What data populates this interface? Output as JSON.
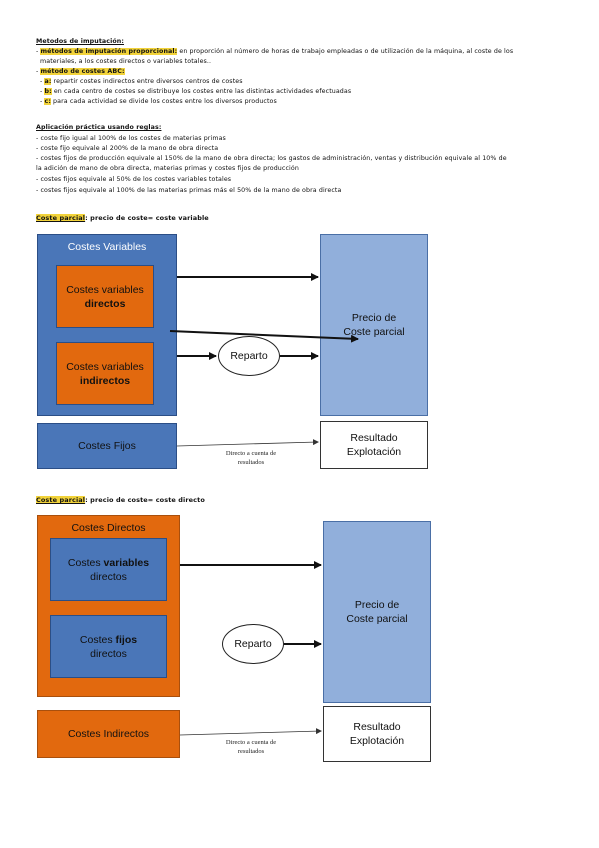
{
  "section1": {
    "title": "Metodos de imputación:",
    "b1_label": "métodos de imputación proporcional:",
    "b1_text": " en proporción al número de horas de trabajo empleadas o de utilización de la máquina, al coste de los",
    "b1_cont": "materiales, a los costes directos o variables totales..",
    "b2_label": "método de costes ABC:",
    "a_label": "a:",
    "a_text": " repartir costes indirectos entre diversos centros de costes",
    "b_label": "b:",
    "b_text": " en cada centro de costes se distribuye los costes entre las distintas actividades efectuadas",
    "c_label": "c:",
    "c_text": " para cada actividad se divide los costes entre los diversos productos"
  },
  "section2": {
    "title": "Aplicación práctica usando reglas:",
    "items": [
      "- coste fijo igual al 100% de los costes de materias primas",
      "- coste fijo equivale al 200% de la mano de obra directa",
      "- costes fijos de producción equivale al 150% de la mano de obra directa; los gastos de administración, ventas y distribución equivale al 10% de",
      "  la adición de mano de obra directa, materias primas y costes fijos de producción",
      "- costes fijos equivale al 50% de los costes variables totales",
      "- costes fijos equivale al 100% de las materias primas más el 50% de la mano de obra directa"
    ]
  },
  "diagram1": {
    "heading_label": "Coste parcial",
    "heading_text": ": precio de coste= coste variable",
    "outer_title": "Costes Variables",
    "box1_l1": "Costes variables",
    "box1_l2": "directos",
    "box2_l1": "Costes variables",
    "box2_l2": "indirectos",
    "reparto": "Reparto",
    "precio_l1": "Precio de",
    "precio_l2": "Coste parcial",
    "fijos": "Costes Fijos",
    "directo_l1": "Directo a cuenta de",
    "directo_l2": "resultados",
    "resultado_l1": "Resultado",
    "resultado_l2": "Explotación"
  },
  "diagram2": {
    "heading_label": "Coste parcial",
    "heading_text": ": precio de coste= coste directo",
    "outer_title": "Costes Directos",
    "box1_pre": "Costes ",
    "box1_bold": "variables",
    "box1_l2": "directos",
    "box2_pre": "Costes ",
    "box2_bold": "fijos",
    "box2_l2": "directos",
    "reparto": "Reparto",
    "precio_l1": "Precio de",
    "precio_l2": "Coste parcial",
    "indirectos": "Costes Indirectos",
    "directo_l1": "Directo a cuenta de",
    "directo_l2": "resultados",
    "resultado_l1": "Resultado",
    "resultado_l2": "Explotación"
  },
  "colors": {
    "highlight": "#f2d33a",
    "blue_dark": "#4a76b8",
    "blue_light": "#91afdb",
    "orange": "#e2690e"
  }
}
